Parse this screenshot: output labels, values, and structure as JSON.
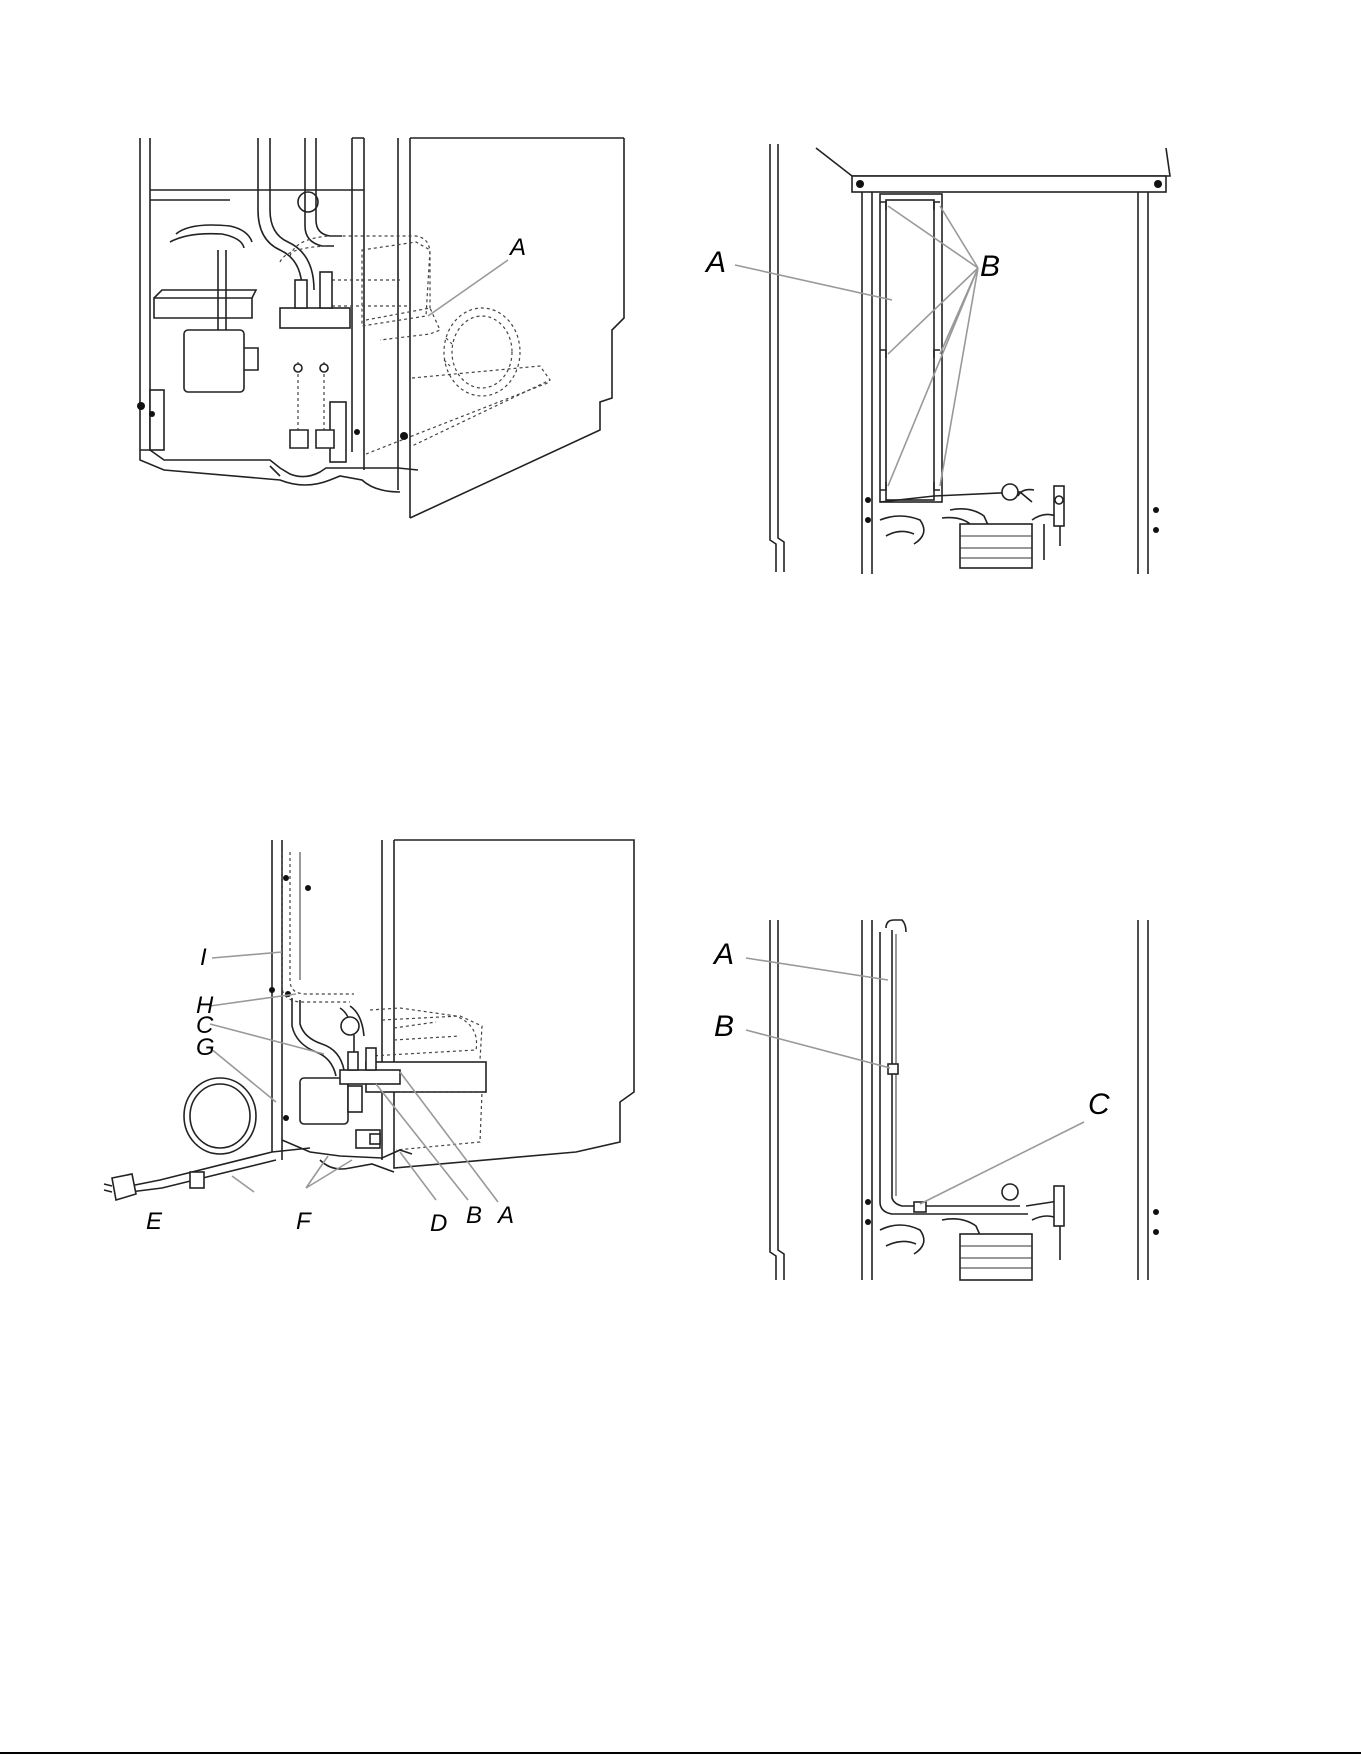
{
  "figures": [
    {
      "id": "fig1",
      "labels": [
        "A"
      ]
    },
    {
      "id": "fig2",
      "labels": [
        "A",
        "B"
      ]
    },
    {
      "id": "fig3",
      "labels": [
        "I",
        "H",
        "C",
        "G",
        "E",
        "F",
        "D",
        "B",
        "A"
      ]
    },
    {
      "id": "fig4",
      "labels": [
        "A",
        "B",
        "C"
      ]
    }
  ]
}
